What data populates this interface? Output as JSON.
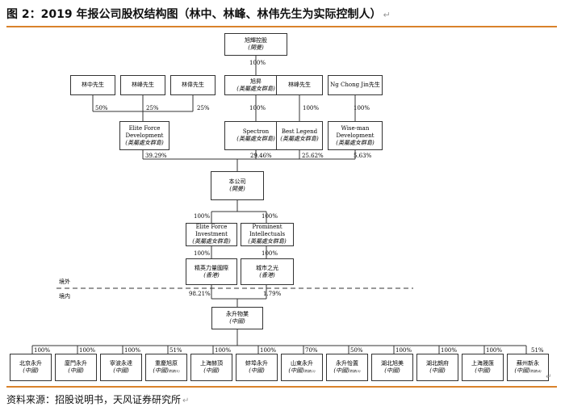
{
  "title": "图 2：2019 年报公司股权结构图（林中、林峰、林伟先生为实际控制人）",
  "title_mark": "↵",
  "source": "资料来源：招股说明书，天风证券研究所",
  "source_mark": "↵",
  "regions": {
    "outside": "境外",
    "inside": "境内"
  },
  "boxes": {
    "top": {
      "name": "旭輝控股",
      "sub": "(開曼)"
    },
    "lin_zhong": {
      "name": "林中先生"
    },
    "lin_feng1": {
      "name": "林峰先生"
    },
    "lin_wei": {
      "name": "林偉先生"
    },
    "xu_sheng": {
      "name": "旭昇",
      "sub": "(英屬處女群島)"
    },
    "lin_feng2": {
      "name": "林峰先生"
    },
    "ng": {
      "name": "Ng Chong Jin先生"
    },
    "elite_dev": {
      "name": "Elite Force Development",
      "sub": "(英屬處女群島)"
    },
    "spectron": {
      "name": "Spectron",
      "sub": "(英屬處女群島)"
    },
    "best": {
      "name": "Best Legend",
      "sub": "(英屬處女群島)"
    },
    "wiseman": {
      "name": "Wise-man Development",
      "sub": "(英屬處女群島)"
    },
    "company": {
      "name": "本公司",
      "sub": "(開曼)"
    },
    "elite_inv": {
      "name": "Elite Force Investment",
      "sub": "(英屬處女群島)"
    },
    "prominent": {
      "name": "Prominent Intellectuals",
      "sub": "(英屬處女群島)"
    },
    "jingying": {
      "name": "精英力量國際",
      "sub": "(香港)"
    },
    "chengshi": {
      "name": "城市之光",
      "sub": "(香港)"
    },
    "yongsheng": {
      "name": "永升物業",
      "sub": "(中國)"
    }
  },
  "bottom": [
    {
      "name": "北京永升",
      "sub": "(中國)",
      "pct": "100%",
      "sup": ""
    },
    {
      "name": "廈門永升",
      "sub": "(中國)",
      "pct": "100%",
      "sup": ""
    },
    {
      "name": "寧波永達",
      "sub": "(中國)",
      "pct": "100%",
      "sup": ""
    },
    {
      "name": "重慶旭原",
      "sub": "(中國)",
      "pct": "51%",
      "sup": "附註(1)"
    },
    {
      "name": "上海赫頂",
      "sub": "(中國)",
      "pct": "100%",
      "sup": ""
    },
    {
      "name": "蚌埠永升",
      "sub": "(中國)",
      "pct": "100%",
      "sup": ""
    },
    {
      "name": "山東永升",
      "sub": "(中國)",
      "pct": "70%",
      "sup": "附註(2)"
    },
    {
      "name": "永升怡置",
      "sub": "(中國)",
      "pct": "50%",
      "sup": "附註(3)"
    },
    {
      "name": "湖北旭美",
      "sub": "(中國)",
      "pct": "100%",
      "sup": ""
    },
    {
      "name": "湖北朗府",
      "sub": "(中國)",
      "pct": "100%",
      "sup": ""
    },
    {
      "name": "上海晟匯",
      "sub": "(中國)",
      "pct": "100%",
      "sup": ""
    },
    {
      "name": "蘇州新永",
      "sub": "(中國)",
      "pct": "51%",
      "sup": "附註(4)"
    }
  ],
  "pcts": {
    "top_xusheng": "100%",
    "lz_elite": "50%",
    "lf_elite": "25%",
    "lw_elite": "25%",
    "xs_spectron": "100%",
    "lf_best": "100%",
    "ng_wise": "100%",
    "elite_company": "39.29%",
    "spectron_company": "29.46%",
    "best_company": "25.62%",
    "wise_company": "5.63%",
    "company_eliteinv": "100%",
    "company_prominent": "100%",
    "eliteinv_jingying": "100%",
    "prominent_chengshi": "100%",
    "jingying_yongsheng": "98.21%",
    "chengshi_yongsheng": "1.79%"
  }
}
